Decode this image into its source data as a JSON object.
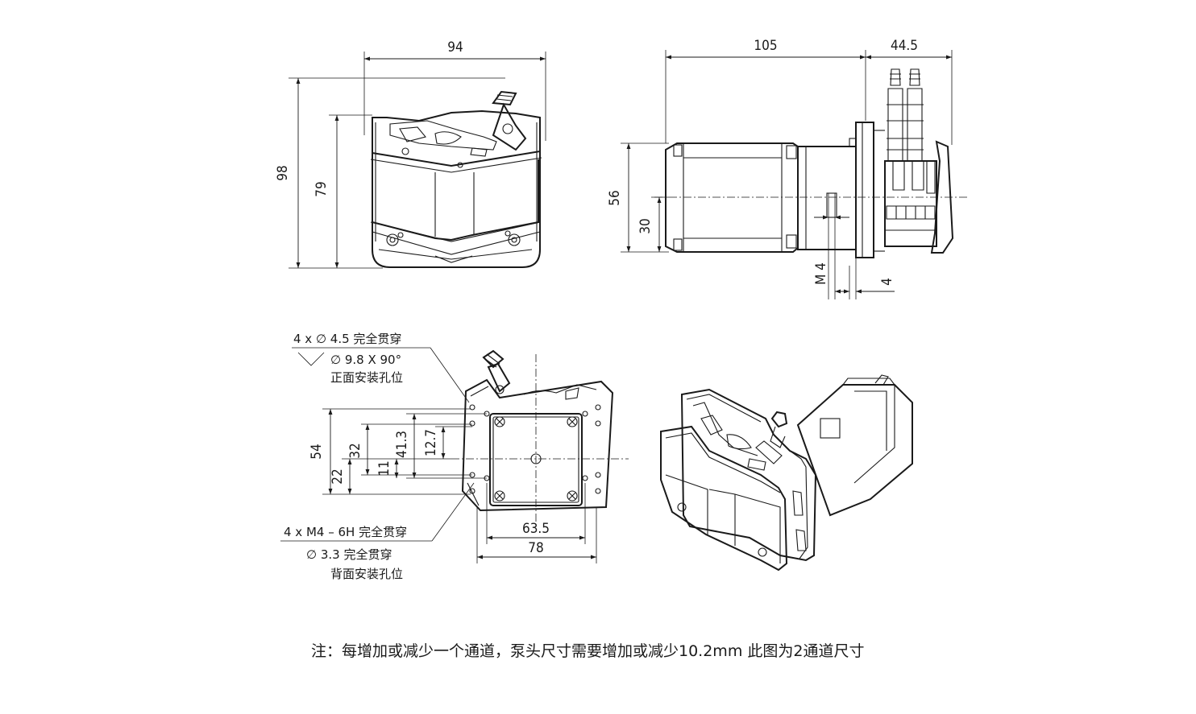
{
  "front_view": {
    "width": "94",
    "height_total": "98",
    "height_head": "79"
  },
  "side_view": {
    "length_motor": "105",
    "length_head": "44.5",
    "flange": "56",
    "shaft_height": "30",
    "thread": "M 4",
    "thread_offset": "4"
  },
  "mounting_view": {
    "callout_front_1": "4 x ∅ 4.5 完全贯穿",
    "callout_front_2": "∅ 9.8 X 90°",
    "callout_front_3": "正面安装孔位",
    "callout_back_1": "4 x  M4 – 6H 完全贯穿",
    "callout_back_2": "∅ 3.3 完全贯穿",
    "callout_back_3": "背面安装孔位",
    "dim_54": "54",
    "dim_22": "22",
    "dim_32": "32",
    "dim_11": "11",
    "dim_41_3": "41.3",
    "dim_12_7": "12.7",
    "dim_63_5": "63.5",
    "dim_78": "78"
  },
  "footnote": "注：每增加或减少一个通道，泵头尺寸需要增加或减少10.2mm  此图为2通道尺寸"
}
